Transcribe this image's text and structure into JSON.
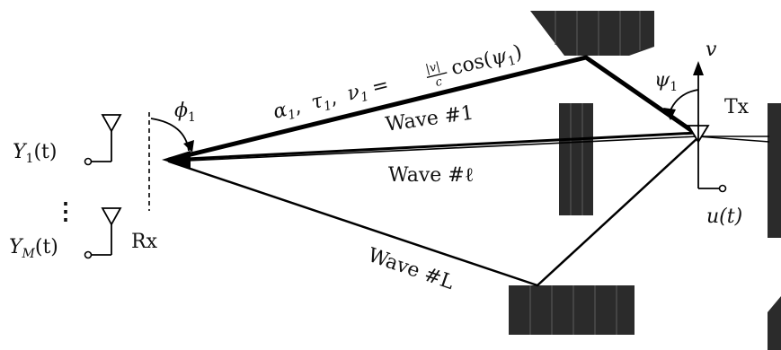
{
  "wave_labels": {
    "first": "Wave #1",
    "ell": "Wave #ℓ",
    "last": "Wave #L"
  },
  "ray_params": {
    "alpha": "α",
    "alpha_sub": "1",
    "tau": "τ",
    "tau_sub": "1",
    "nu": "ν",
    "nu_sub": "1",
    "equals": "=",
    "frac_num": "|v|",
    "frac_den": "c",
    "cos": "cos(",
    "psi": "ψ",
    "psi_sub": "1",
    "close": ")",
    "sep": ","
  },
  "angles": {
    "phi": "ϕ",
    "phi_sub": "1",
    "psi": "ψ",
    "psi_sub": "1"
  },
  "transmitter": {
    "label": "Tx",
    "velocity": "v",
    "signal": "u(t)"
  },
  "receiver": {
    "label": "Rx",
    "y1_base": "Y",
    "y1_sub": "1",
    "y1_arg": "(t)",
    "ym_base": "Y",
    "ym_sub": "M",
    "ym_arg": "(t)",
    "dots": "⋮"
  },
  "colors": {
    "obstacle": "#2b2b2b",
    "ray": "#000000",
    "background": "#ffffff"
  }
}
